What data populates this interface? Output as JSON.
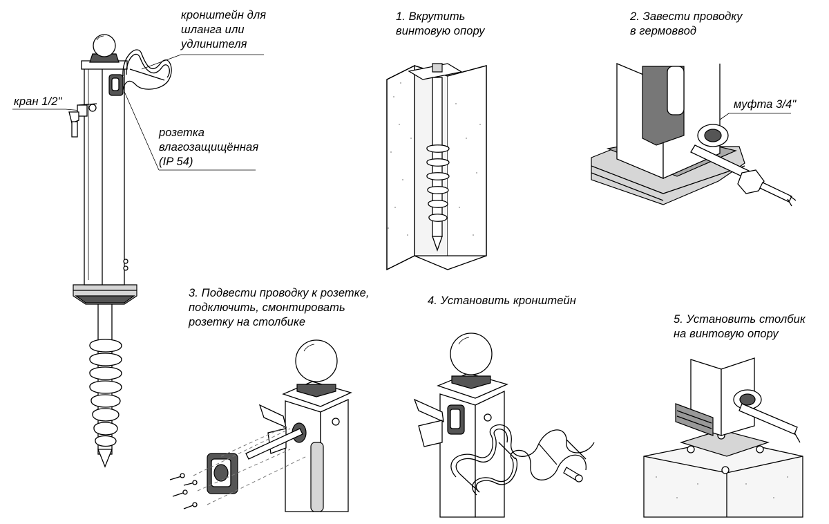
{
  "labels": {
    "bracket": "кронштейн для\nшланга или\nудлинителя",
    "tap": "кран 1/2\"",
    "socket": "розетка\nвлагозащищённая\n(IP 54)",
    "step1": "1. Вкрутить\nвинтовую опору",
    "step2": "2. Завести проводку\nв гермоввод",
    "coupling": "муфта 3/4\"",
    "step3": "3. Подвести проводку к розетке,\nподключить, смонтировать\nрозетку на столбике",
    "step4": "4. Установить кронштейн",
    "step5": "5. Установить столбик\nна винтовую опору"
  }
}
